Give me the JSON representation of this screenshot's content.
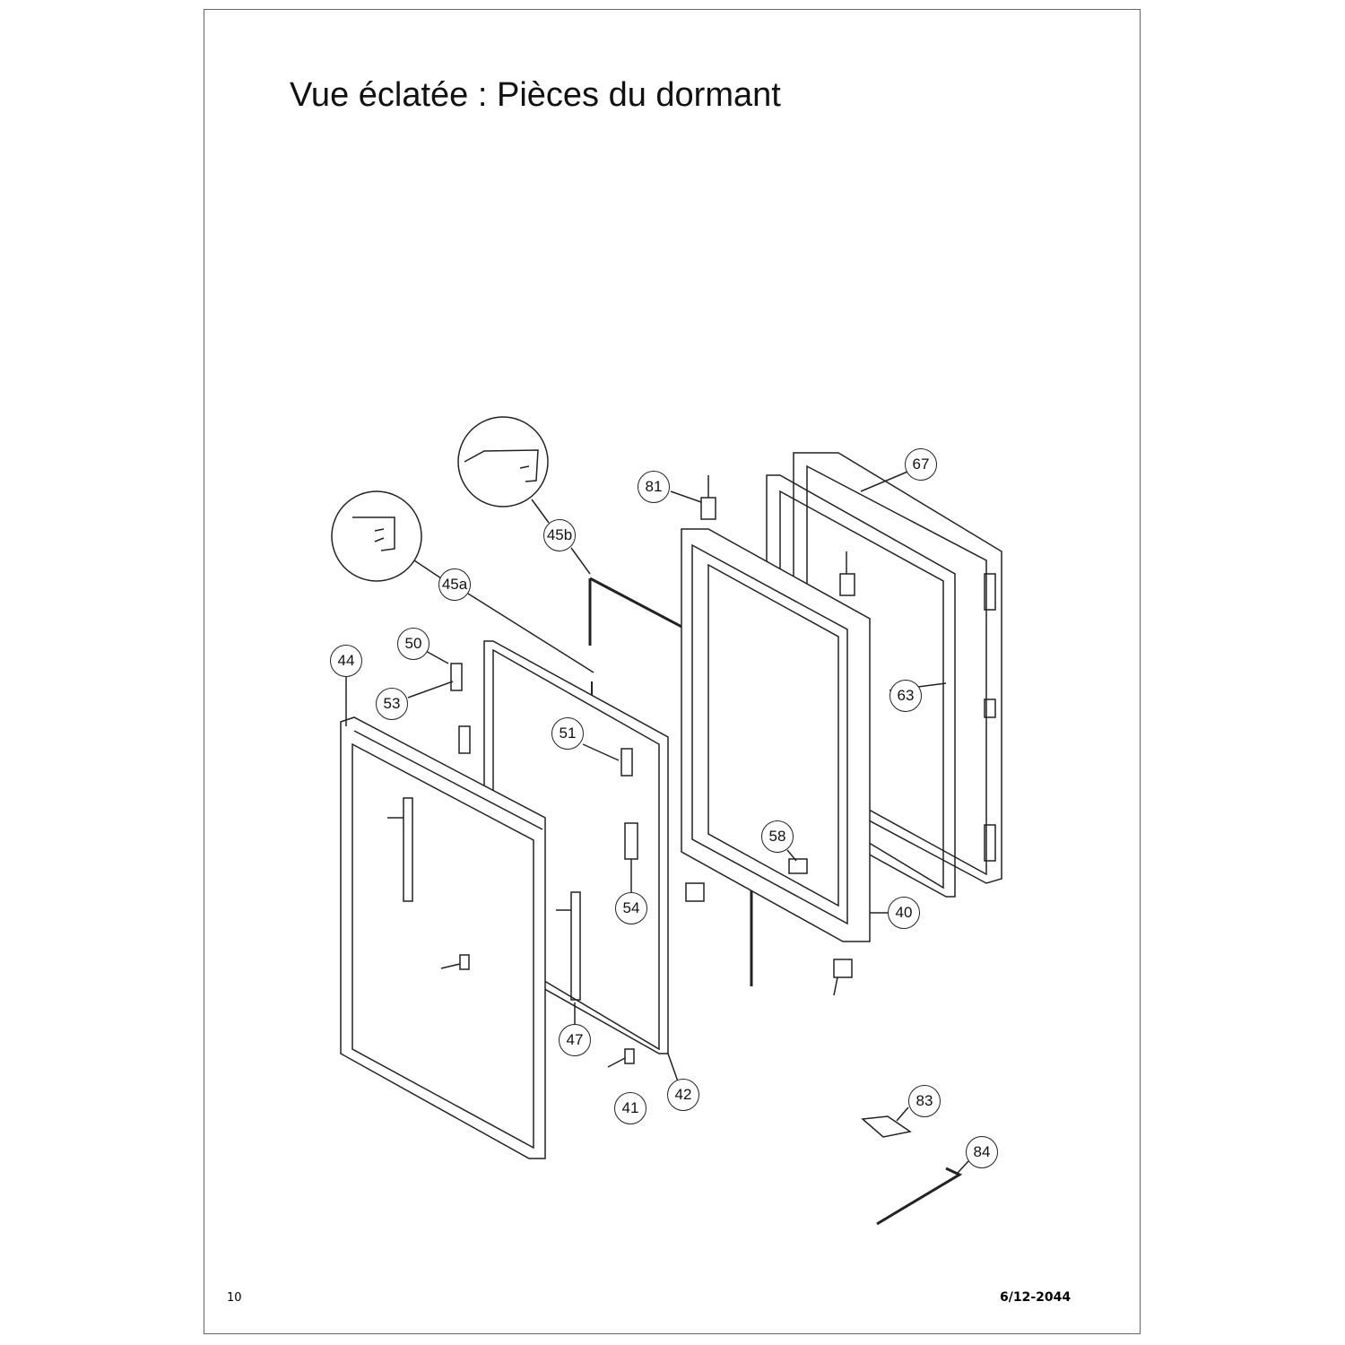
{
  "title": "Vue éclatée : Pièces du dormant",
  "footer": {
    "page_number": "10",
    "reference": "6/12-2044"
  },
  "callouts": [
    "67",
    "81",
    "45b",
    "45a",
    "50",
    "44",
    "53",
    "63",
    "51",
    "58",
    "54",
    "40",
    "47",
    "42",
    "41",
    "83",
    "84"
  ]
}
